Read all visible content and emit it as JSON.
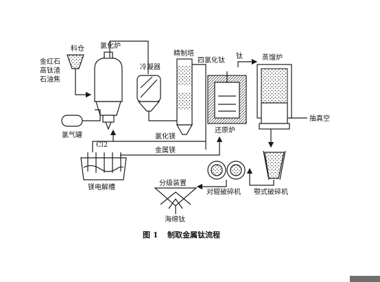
{
  "labels": {
    "hopper": "料仓",
    "feed_line1": "金红石",
    "feed_line2": "高钛渣",
    "feed_line3": "石油焦",
    "chlorinator": "氯化炉",
    "condenser": "冷凝器",
    "refining_tower": "精制塔",
    "ticl4": "四氯化钛",
    "titanium": "钛",
    "distillation_furnace": "蒸馏炉",
    "vacuum": "抽真空",
    "chlorine_tank": "氯气罐",
    "cl2": "Cl2",
    "mgcl2": "氯化镁",
    "mg_metal": "金属镁",
    "reduction_furnace": "还原炉",
    "electrolytic_cell": "镁电解槽",
    "classifier": "分级装置",
    "roller_crusher": "对辊破碎机",
    "jaw_crusher": "颚式破碎机",
    "sponge_ti": "海绵钛"
  },
  "caption": {
    "number": "图 1",
    "title": "制取金属钛流程"
  }
}
